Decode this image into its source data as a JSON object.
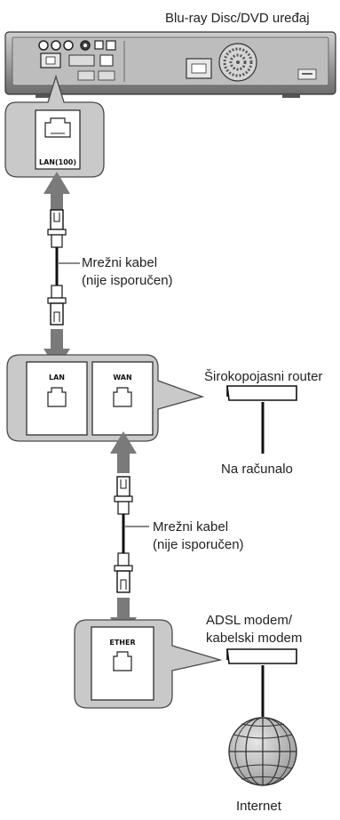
{
  "labels": {
    "device": "Blu-ray Disc/DVD uređaj",
    "cable1_line1": "Mrežni kabel",
    "cable1_line2": "(nije isporučen)",
    "router": "Širokopojasni router",
    "computer": "Na računalo",
    "cable2_line1": "Mrežni kabel",
    "cable2_line2": "(nije isporučen)",
    "modem_line1": "ADSL modem/",
    "modem_line2": "kabelski modem",
    "internet": "Internet"
  },
  "ports": {
    "player_lan": "LAN(100)",
    "router_lan": "LAN",
    "router_wan": "WAN",
    "modem_ether": "ETHER"
  },
  "colors": {
    "panel_fill": "#c9c9c9",
    "panel_stroke": "#4a4a4a",
    "arrow": "#7a7a7a",
    "line": "#111111"
  }
}
